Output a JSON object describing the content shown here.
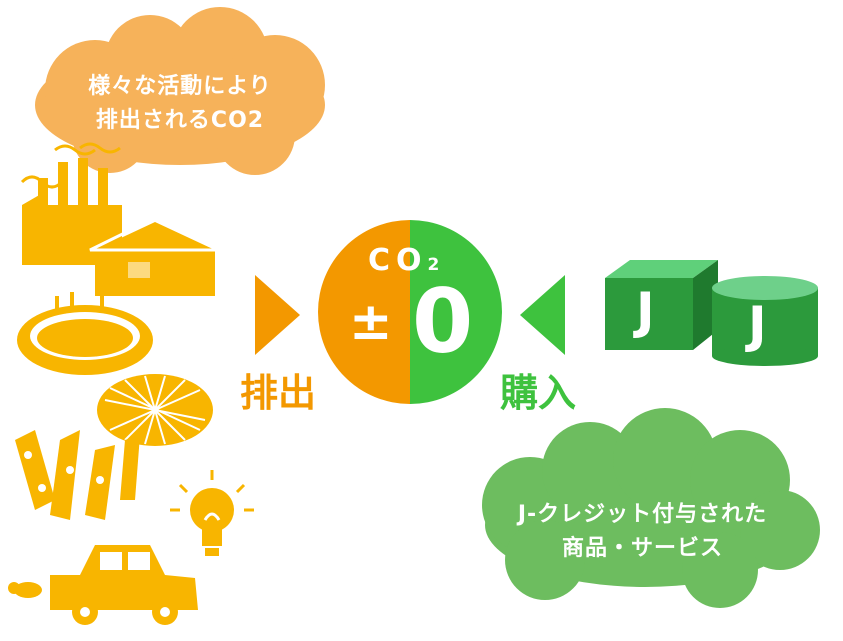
{
  "emissions_cloud": {
    "line1": "様々な活動により",
    "line2": "排出されるCO2"
  },
  "credit_cloud": {
    "line1": "J-クレジット付与された",
    "line2": "商品・サービス"
  },
  "center": {
    "co2_label": "CO",
    "co2_sub": "2",
    "symbol": "±",
    "zero": "0"
  },
  "labels": {
    "emission": "排出",
    "purchase": "購入"
  },
  "credit_cube": {
    "letter": "J"
  },
  "credit_cylinder": {
    "letter": "J"
  },
  "colors": {
    "orange": "#f39800",
    "orange_light": "#f6b25a",
    "yellow": "#f8b500",
    "green": "#3ec23e",
    "green_dark": "#2c9a3c",
    "green_cloud": "#6dbd5f"
  }
}
